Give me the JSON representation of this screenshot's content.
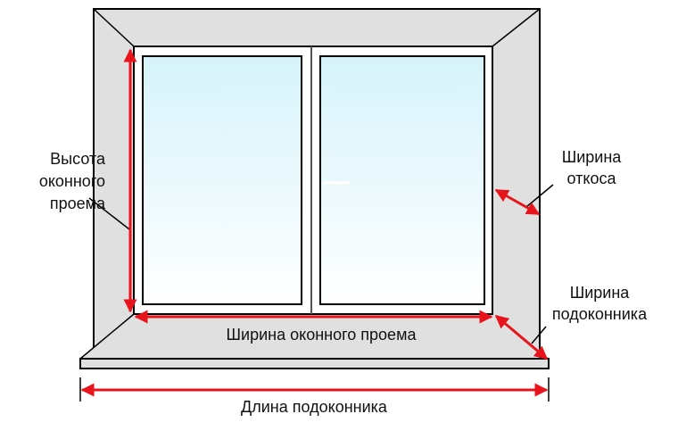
{
  "labels": {
    "opening_height": [
      "Высота",
      "оконного",
      "проема"
    ],
    "reveal_width": [
      "Ширина",
      "откоса"
    ],
    "sill_width": [
      "Ширина",
      "подоконника"
    ],
    "opening_width": "Ширина оконного проема",
    "sill_length": "Длина подоконника"
  },
  "colors": {
    "wall": "#e0e0e0",
    "arrow": "#e8141b",
    "glass_top": "#d8f4fb",
    "glass_bottom": "#ffffff",
    "outline": "#000000"
  }
}
